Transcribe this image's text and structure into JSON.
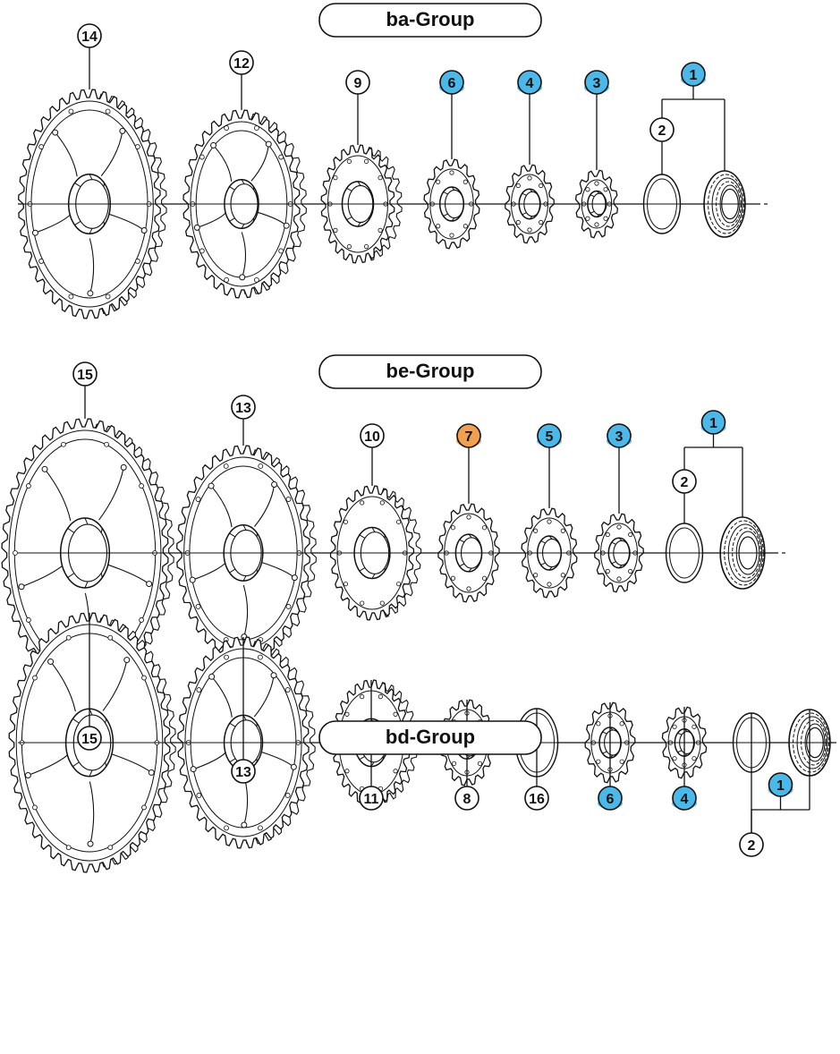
{
  "colors": {
    "callout_blue": "#4db8e8",
    "callout_orange": "#f0a050",
    "callout_plain": "#ffffff",
    "stroke": "#111111"
  },
  "groups": [
    {
      "label": "ba-Group",
      "callouts": [
        "14",
        "12",
        "9",
        "6",
        "4",
        "3",
        "2",
        "1"
      ],
      "callout_styles": [
        "plain",
        "plain",
        "plain",
        "blue",
        "blue",
        "blue",
        "plain",
        "blue"
      ]
    },
    {
      "label": "be-Group",
      "callouts": [
        "15",
        "13",
        "10",
        "7",
        "5",
        "3",
        "2",
        "1"
      ],
      "callout_styles": [
        "plain",
        "plain",
        "plain",
        "orange",
        "blue",
        "blue",
        "plain",
        "blue"
      ]
    },
    {
      "label": "bd-Group",
      "callouts": [
        "15",
        "13",
        "11",
        "8",
        "16",
        "6",
        "4",
        "2",
        "1"
      ],
      "callout_styles": [
        "plain",
        "plain",
        "plain",
        "plain",
        "plain",
        "blue",
        "blue",
        "plain",
        "blue"
      ]
    }
  ]
}
